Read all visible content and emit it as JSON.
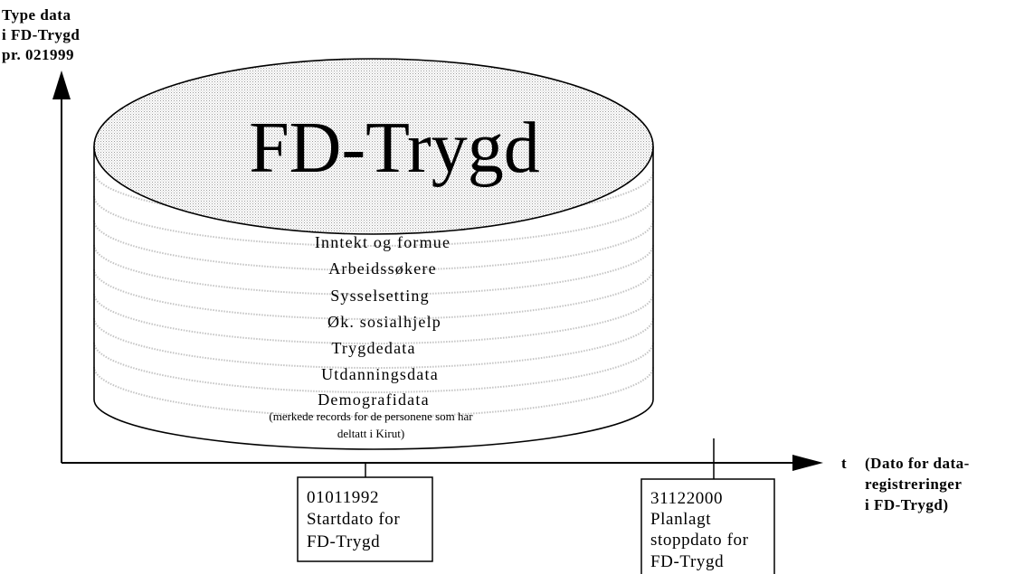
{
  "y_axis_label": [
    "Type data",
    "i FD-Trygd",
    "pr. 021999"
  ],
  "database": {
    "title": "FD-Trygd",
    "layers": [
      "Inntekt og formue",
      "Arbeidssøkere",
      "Sysselsetting",
      "Øk. sosialhjelp",
      "Trygdedata",
      "Utdanningsdata",
      "Demografidata"
    ],
    "note": [
      "(merkede records for de personene som har",
      "deltatt i Kirut)"
    ]
  },
  "x_axis": {
    "symbol": "t",
    "label": [
      "(Dato for data-",
      "registreringer",
      "i FD-Trygd)"
    ]
  },
  "start_box": {
    "lines": [
      "01011992",
      "Startdato for",
      "FD-Trygd"
    ]
  },
  "stop_box": {
    "lines": [
      "31122000",
      "Planlagt",
      "stoppdato for",
      "FD-Trygd"
    ]
  },
  "colors": {
    "ink": "#000000",
    "top_fill": "#dcdcdc",
    "stripe": "#c4c4c4"
  }
}
